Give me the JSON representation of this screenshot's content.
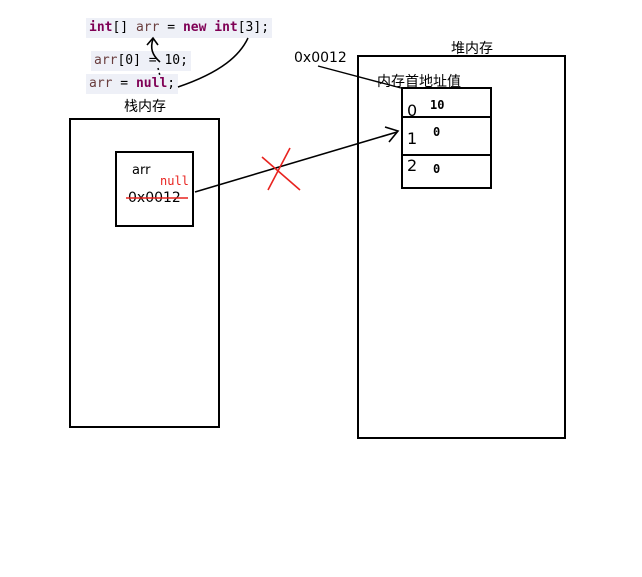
{
  "code": {
    "line1": {
      "kw1": "int",
      "p1": "[] ",
      "var": "arr",
      "p2": " = ",
      "kw2": "new",
      "p3": " ",
      "kw3": "int",
      "p4": "[3];"
    },
    "line2": {
      "var": "arr",
      "rest": "[0] = 10;"
    },
    "line3": {
      "var": "arr",
      "p1": " = ",
      "kw": "null",
      "p2": ";"
    }
  },
  "stack": {
    "title": "栈内存",
    "var_name": "arr",
    "old_value": "0x0012",
    "new_value": "null"
  },
  "heap": {
    "title": "堆内存",
    "address": "0x0012",
    "address_caption": "内存首地址值",
    "cells": [
      {
        "index": "0",
        "value": "10"
      },
      {
        "index": "1",
        "value": "0"
      },
      {
        "index": "2",
        "value": "0"
      }
    ]
  },
  "colors": {
    "keyword": "#7f0055",
    "variable": "#6a3e3e",
    "cross": "#e8231f",
    "null_text": "#e8231f"
  }
}
